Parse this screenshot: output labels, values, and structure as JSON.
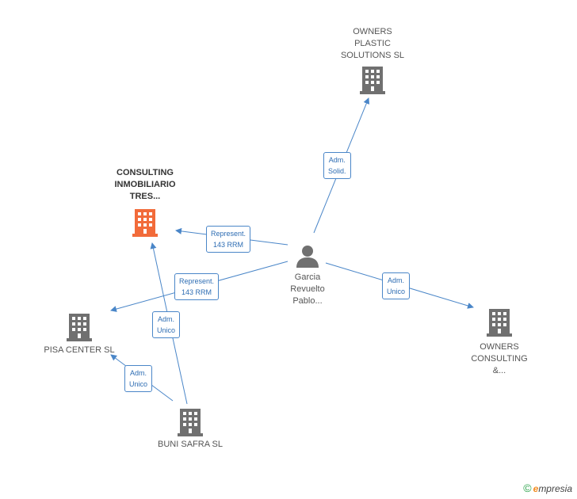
{
  "colors": {
    "edge": "#4a86c8",
    "building": "#707070",
    "focus": "#f26b3a",
    "person": "#707070"
  },
  "nodes": {
    "owners_plastic": {
      "label": "OWNERS\nPLASTIC\nSOLUTIONS  SL",
      "icon": "building-icon"
    },
    "consulting_tres": {
      "label": "CONSULTING\nINMOBILIARIO\nTRES...",
      "icon": "building-icon"
    },
    "garcia": {
      "label": "Garcia\nRevuelto\nPablo...",
      "icon": "person-icon"
    },
    "owners_consulting": {
      "label": "OWNERS\nCONSULTING\n&...",
      "icon": "building-icon"
    },
    "pisa_center": {
      "label": "PISA CENTER SL",
      "icon": "building-icon"
    },
    "buni_safra": {
      "label": "BUNI SAFRA  SL",
      "icon": "building-icon"
    }
  },
  "edges": {
    "garcia_owners_plastic": "Adm.\nSolid.",
    "garcia_consulting_tres": "Represent.\n143 RRM",
    "garcia_pisa_center": "Represent.\n143 RRM",
    "garcia_owners_consulting": "Adm.\nUnico",
    "buni_consulting_tres": "Adm.\nUnico",
    "buni_pisa_center": "Adm.\nUnico"
  },
  "footer": {
    "copyright": "©",
    "brand_initial": "e",
    "brand_rest": "mpresia"
  }
}
